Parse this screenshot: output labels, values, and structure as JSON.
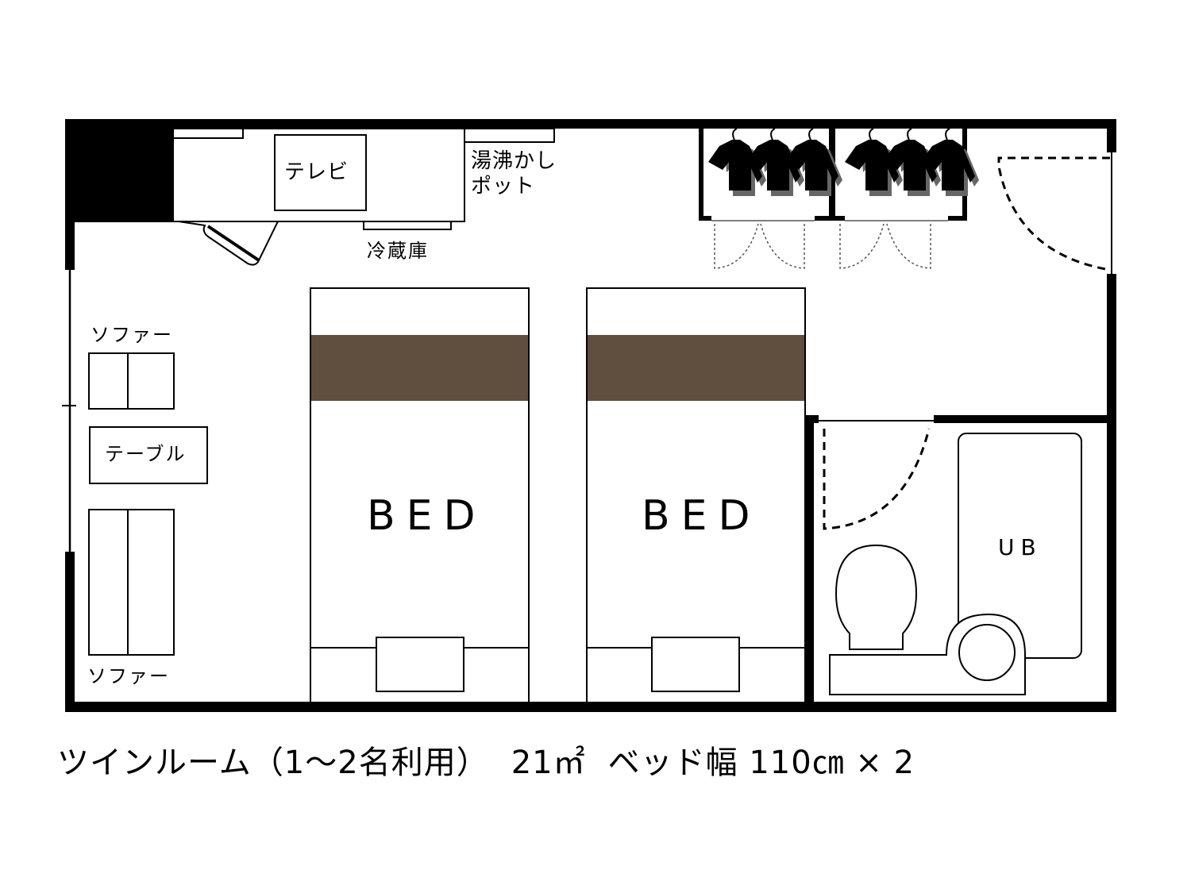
{
  "plan": {
    "tv_label": "テレビ",
    "kettle_label_line1": "湯沸かし",
    "kettle_label_line2": "ポット",
    "fridge_label": "冷蔵庫",
    "sofa_top_label": "ソファー",
    "sofa_bottom_label": "ソファー",
    "table_label": "テーブル",
    "bed1_label": "BED",
    "bed2_label": "BED",
    "bathroom_label": "UB",
    "bed_headboard_color": "#604f3f",
    "wall_color": "#000000"
  },
  "caption": {
    "room_type": "ツインルーム",
    "occupancy": "（1～2名利用）",
    "area": "21㎡",
    "bed_width": "ベッド幅 110㎝ × 2"
  }
}
